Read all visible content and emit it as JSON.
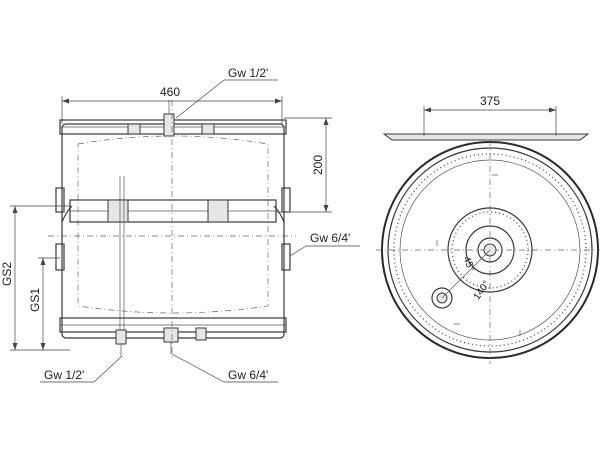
{
  "labels": {
    "width_460": "460",
    "width_375": "375",
    "height_200": "200",
    "gw_half_top": "Gw 1/2'",
    "gw_half_bottom": "Gw 1/2'",
    "gw_64_side": "Gw 6/4'",
    "gw_64_bottom": "Gw 6/4'",
    "gs1": "GS1",
    "gs2": "GS2",
    "angle_45": "45°",
    "angle_140": "140°"
  },
  "colors": {
    "line": "#3a3a3a",
    "background": "#ffffff"
  }
}
